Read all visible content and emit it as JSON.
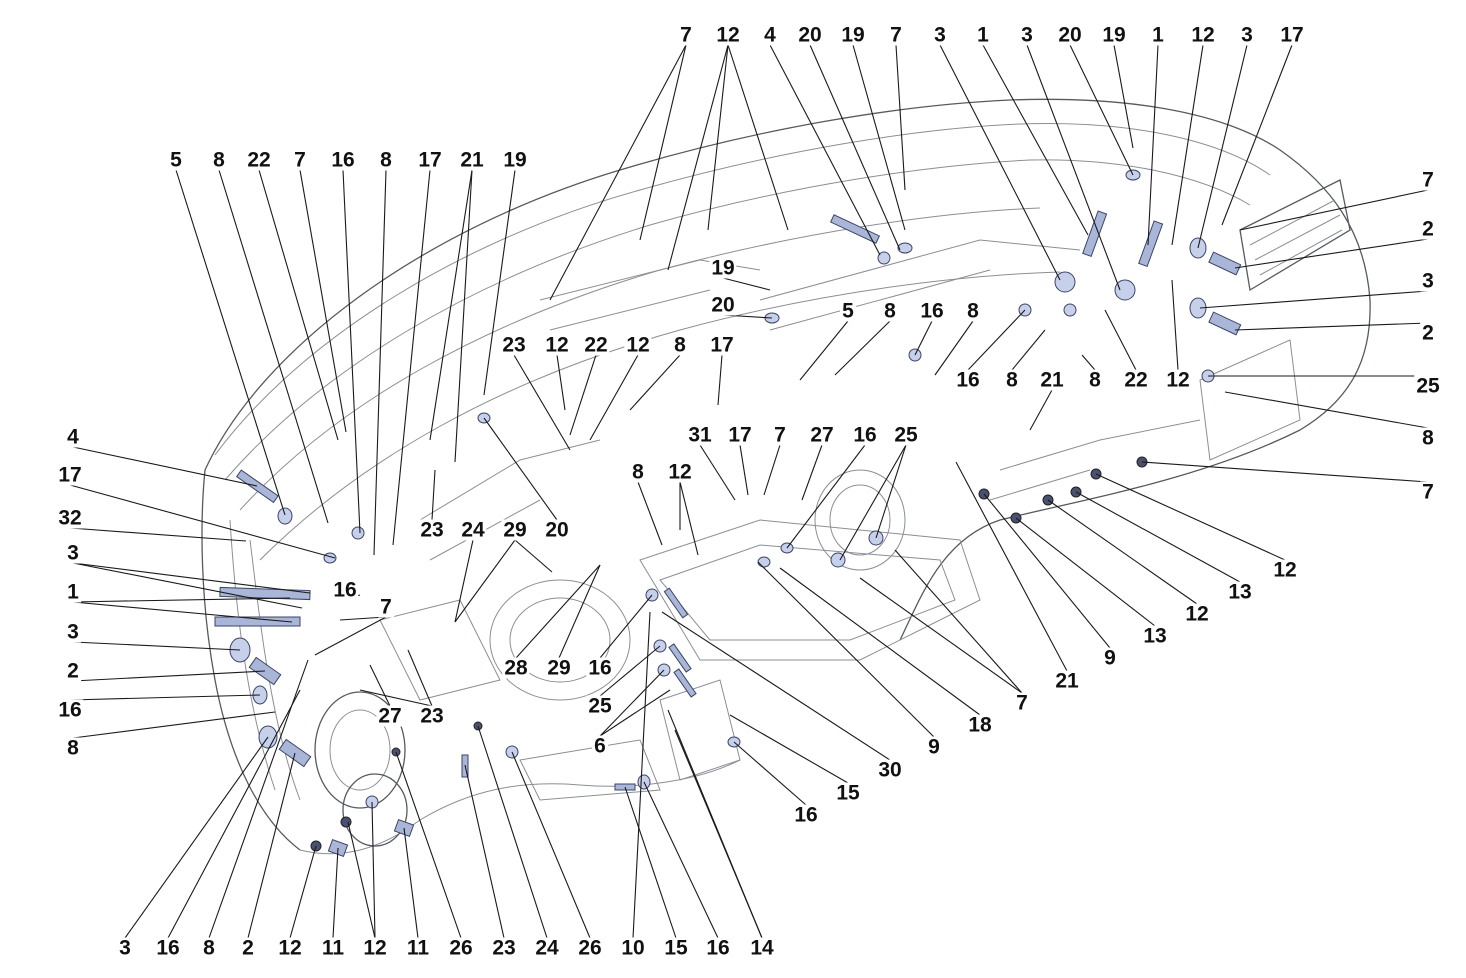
{
  "diagram": {
    "type": "exploded-parts",
    "colors": {
      "part": "#a9b6d8",
      "line": "#8a8f96",
      "leader": "#1a1a1a"
    },
    "callouts": [
      "7",
      "12",
      "4",
      "20",
      "19",
      "7",
      "3",
      "1",
      "3",
      "20",
      "19",
      "1",
      "12",
      "3",
      "17",
      "5",
      "8",
      "22",
      "7",
      "16",
      "8",
      "17",
      "21",
      "19",
      "7",
      "2",
      "3",
      "2",
      "25",
      "8",
      "7",
      "12",
      "13",
      "12",
      "13",
      "9",
      "21",
      "4",
      "17",
      "32",
      "3",
      "1",
      "3",
      "2",
      "16",
      "8",
      "19",
      "20",
      "5",
      "8",
      "16",
      "8",
      "23",
      "12",
      "22",
      "12",
      "8",
      "17",
      "16",
      "8",
      "21",
      "8",
      "22",
      "12",
      "31",
      "17",
      "7",
      "27",
      "16",
      "25",
      "8",
      "12",
      "23",
      "24",
      "29",
      "20",
      "16",
      "7",
      "28",
      "29",
      "16",
      "25",
      "6",
      "27",
      "23",
      "30",
      "9",
      "18",
      "7",
      "16",
      "15",
      "3",
      "16",
      "8",
      "2",
      "12",
      "11",
      "12",
      "11",
      "26",
      "23",
      "24",
      "26",
      "10",
      "15",
      "16",
      "14"
    ]
  }
}
